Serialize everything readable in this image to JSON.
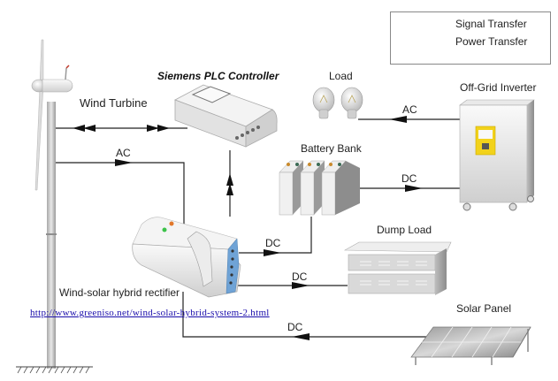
{
  "legend": {
    "items": [
      {
        "label": "Signal Transfer",
        "arrow": "double-arrow"
      },
      {
        "label": "Power Transfer",
        "arrow": "single-arrow"
      }
    ]
  },
  "components": {
    "wind_turbine": "Wind Turbine",
    "plc": "Siemens PLC Controller",
    "load": "Load",
    "inverter": "Off-Grid Inverter",
    "battery": "Battery Bank",
    "dump_load": "Dump Load",
    "rectifier": "Wind-solar hybrid rectifier",
    "solar_panel": "Solar Panel"
  },
  "connections": {
    "turbine_to_rectifier": "AC",
    "inverter_to_load": "AC",
    "battery_to_inverter": "DC",
    "rectifier_to_battery": "DC",
    "rectifier_to_dump_load": "DC",
    "solar_to_rectifier": "DC"
  },
  "link": {
    "url_text": "http://www.greeniso.net/wind-solar-hybrid-system-2.html"
  },
  "colors": {
    "line": "#222222",
    "inverter_panel": "#f2d21b",
    "device_body": "#e6e6e6",
    "rectifier_accent": "#6fa3d6",
    "link": "#1a0dab"
  }
}
